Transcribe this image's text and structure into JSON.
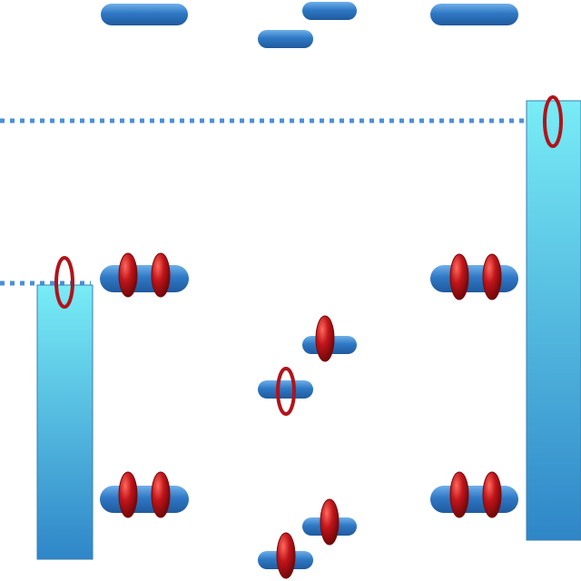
{
  "colors": {
    "background": "#ffffff",
    "level_bar": "#2f78c4",
    "level_bar_highlight": "#6fb0ea",
    "electron_fill": "#c0151a",
    "electron_edge": "#7a0a0d",
    "hole_ring": "#b0141a",
    "fermi_line": "#4a90d9",
    "reservoir_top": "#78ecf6",
    "reservoir_bottom": "#2f86c8",
    "reservoir_border": "#3a7fb0"
  },
  "diagram": {
    "left_reservoir": {
      "fill_fraction": 0.49,
      "hole_at_surface": true
    },
    "right_reservoir": {
      "fill_fraction": 0.84,
      "hole_at_surface": true
    },
    "center_dot_upper_levels": [
      {
        "level": "upper",
        "occupation": 1,
        "has_hole": false
      },
      {
        "level": "lower",
        "occupation": 0,
        "has_hole": true
      }
    ],
    "center_dot_lower_levels": [
      {
        "level": "upper",
        "occupation": 1,
        "has_hole": false
      },
      {
        "level": "lower",
        "occupation": 1,
        "has_hole": false
      }
    ],
    "side_level_pairs": [
      {
        "position": "left-upper",
        "electrons": 2
      },
      {
        "position": "left-lower",
        "electrons": 2
      },
      {
        "position": "right-upper",
        "electrons": 2
      },
      {
        "position": "right-lower",
        "electrons": 2
      }
    ],
    "top_empty_levels": 4
  }
}
